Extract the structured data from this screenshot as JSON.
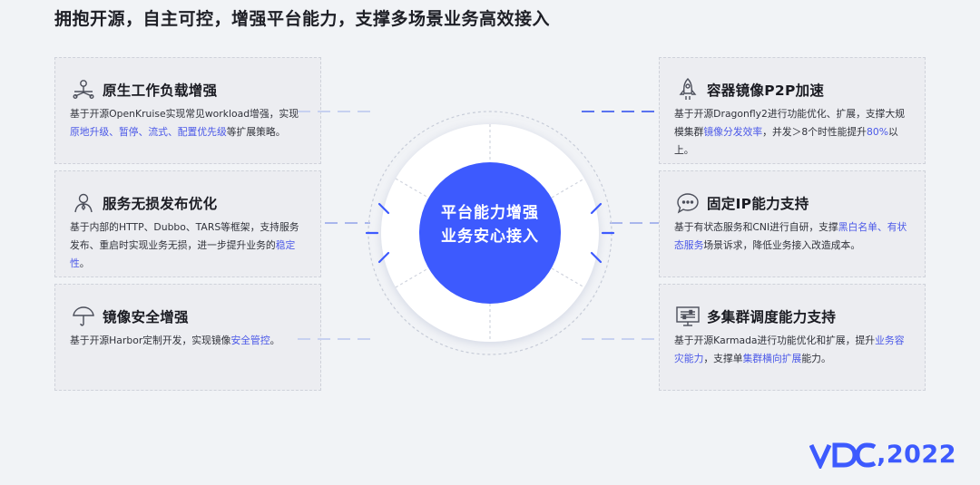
{
  "headline": "拥抱开源，自主可控，增强平台能力，支撑多场景业务高效接入",
  "center": {
    "line1": "平台能力增强",
    "line2": "业务安心接入"
  },
  "left_cards": [
    {
      "icon": "workload-network-icon",
      "title": "原生工作负载增强",
      "desc": [
        {
          "t": "基于开源OpenKruise实现常见workload增强，实现"
        },
        {
          "t": "原地升级、暂停、流式、配置优先级",
          "hl": true
        },
        {
          "t": "等扩展策略。"
        }
      ]
    },
    {
      "icon": "person-icon",
      "title": "服务无损发布优化",
      "desc": [
        {
          "t": "基于内部的HTTP、Dubbo、TARS等框架，支持服务发布、重启时实现业务无损，进一步提升业务的"
        },
        {
          "t": "稳定性",
          "hl": true
        },
        {
          "t": "。"
        }
      ]
    },
    {
      "icon": "umbrella-icon",
      "title": "镜像安全增强",
      "desc": [
        {
          "t": "基于开源Harbor定制开发，实现镜像"
        },
        {
          "t": "安全管控",
          "hl": true
        },
        {
          "t": "。"
        }
      ]
    }
  ],
  "right_cards": [
    {
      "icon": "rocket-icon",
      "title": "容器镜像P2P加速",
      "desc": [
        {
          "t": "基于开源Dragonfly2进行功能优化、扩展，支撑大规模集群"
        },
        {
          "t": "镜像分发效率",
          "hl": true
        },
        {
          "t": "，并发＞8个时性能提升"
        },
        {
          "t": "80%",
          "hl": true
        },
        {
          "t": "以上。"
        }
      ]
    },
    {
      "icon": "chat-bubble-icon",
      "title": "固定IP能力支持",
      "desc": [
        {
          "t": "基于有状态服务和CNI进行自研，支撑"
        },
        {
          "t": "黑白名单、有状态服务",
          "hl": true
        },
        {
          "t": "场景诉求，降低业务接入改造成本。"
        }
      ]
    },
    {
      "icon": "monitor-settings-icon",
      "title": "多集群调度能力支持",
      "desc": [
        {
          "t": "基于开源Karmada进行功能优化和扩展，提升"
        },
        {
          "t": "业务容灾能力",
          "hl": true
        },
        {
          "t": "，支撑单"
        },
        {
          "t": "集群横向扩展",
          "hl": true
        },
        {
          "t": "能力。"
        }
      ]
    }
  ],
  "logo": {
    "mark": "VDC",
    "year": ",2022"
  },
  "colors": {
    "accent": "#3d5afe",
    "highlight": "#4a58e8",
    "ring": "#ffffff",
    "background": "#f1f3f6"
  }
}
